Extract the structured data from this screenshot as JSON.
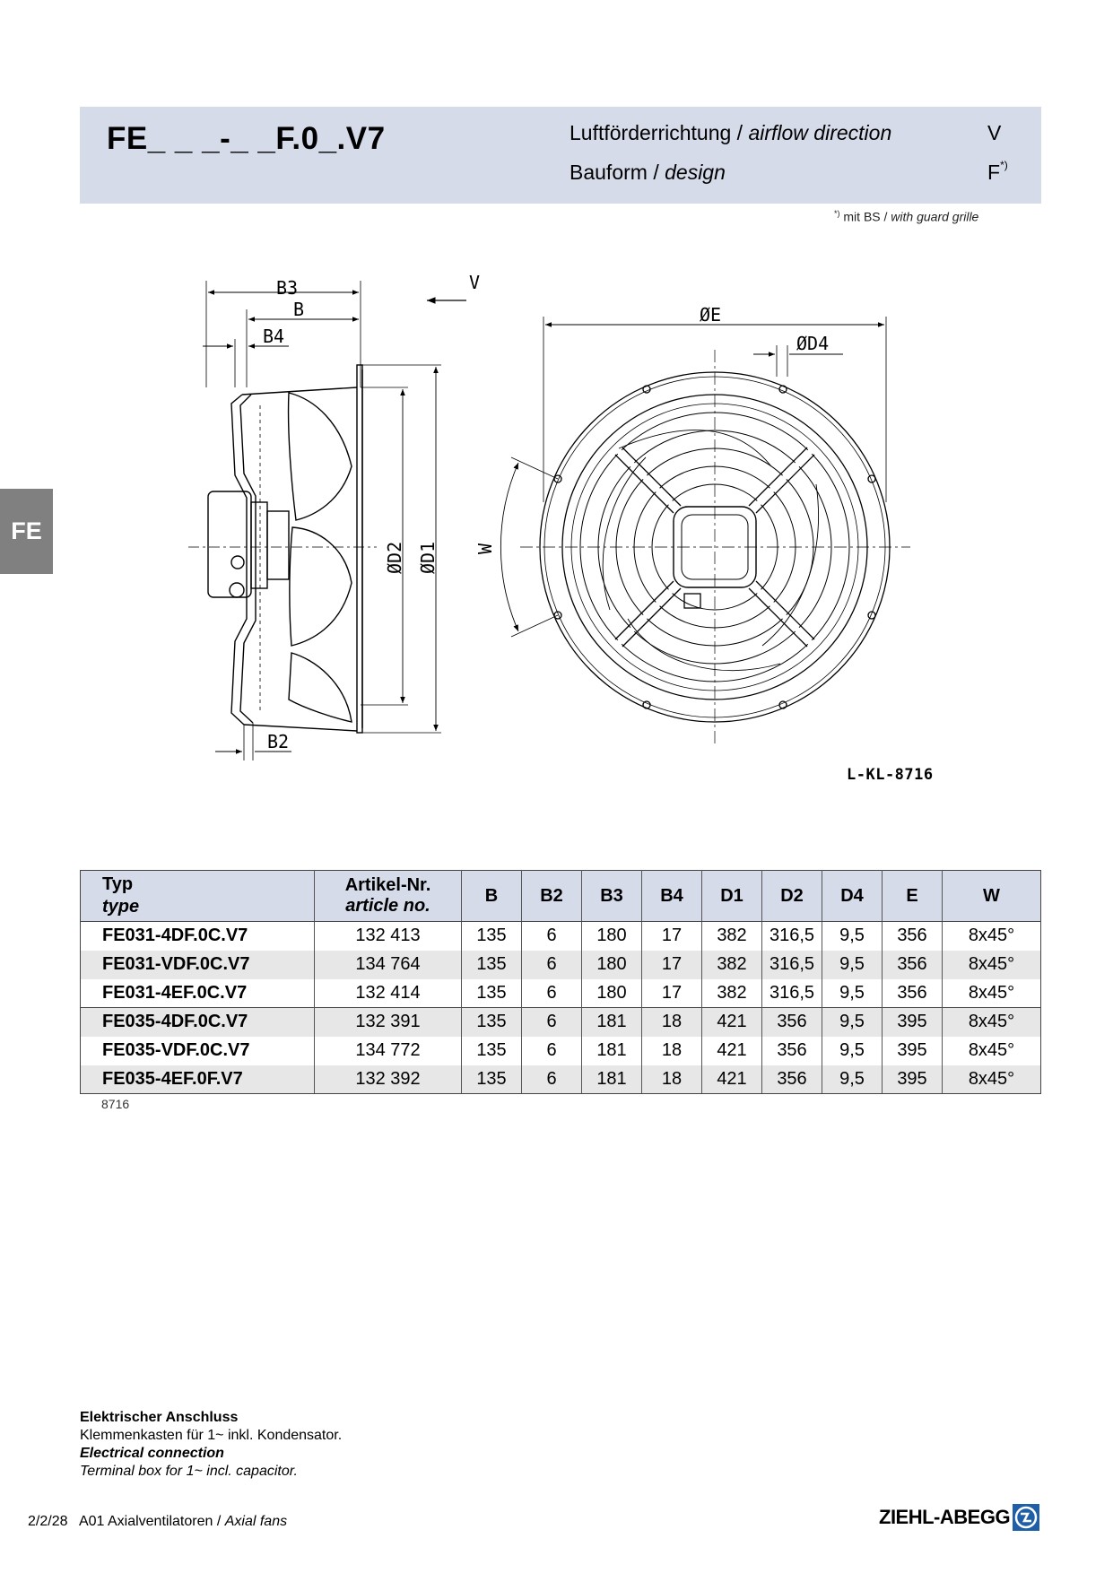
{
  "header": {
    "model_code": "FE_ _ _-_ _F.0_.V7",
    "airflow_label_de": "Luftförderrichtung /",
    "airflow_label_en": "airflow direction",
    "airflow_value": "V",
    "design_label_de": "Bauform  /",
    "design_label_en": "design",
    "design_value": "F",
    "design_value_mark": "*)"
  },
  "footnote": {
    "mark": "*)",
    "text_de": "mit BS /",
    "text_en": "with guard grille"
  },
  "side_tab": "FE",
  "drawing": {
    "labels": {
      "b3": "B3",
      "b": "B",
      "b4": "B4",
      "b2": "B2",
      "v": "V",
      "d2": "ØD2",
      "d1": "ØD1",
      "e": "ØE",
      "d4": "ØD4",
      "w": "W"
    },
    "drawing_number": "L-KL-8716"
  },
  "table": {
    "headers": {
      "typ_de": "Typ",
      "typ_en": "type",
      "article_de": "Artikel-Nr.",
      "article_en": "article no.",
      "cols": [
        "B",
        "B2",
        "B3",
        "B4",
        "D1",
        "D2",
        "D4",
        "E",
        "W"
      ]
    },
    "rows": [
      {
        "type": "FE031-4DF.0C.V7",
        "article": "132 413",
        "B": "135",
        "B2": "6",
        "B3": "180",
        "B4": "17",
        "D1": "382",
        "D2": "316,5",
        "D4": "9,5",
        "E": "356",
        "W": "8x45°"
      },
      {
        "type": "FE031-VDF.0C.V7",
        "article": "134 764",
        "B": "135",
        "B2": "6",
        "B3": "180",
        "B4": "17",
        "D1": "382",
        "D2": "316,5",
        "D4": "9,5",
        "E": "356",
        "W": "8x45°"
      },
      {
        "type": "FE031-4EF.0C.V7",
        "article": "132 414",
        "B": "135",
        "B2": "6",
        "B3": "180",
        "B4": "17",
        "D1": "382",
        "D2": "316,5",
        "D4": "9,5",
        "E": "356",
        "W": "8x45°"
      },
      {
        "type": "FE035-4DF.0C.V7",
        "article": "132 391",
        "B": "135",
        "B2": "6",
        "B3": "181",
        "B4": "18",
        "D1": "421",
        "D2": "356",
        "D4": "9,5",
        "E": "395",
        "W": "8x45°"
      },
      {
        "type": "FE035-VDF.0C.V7",
        "article": "134 772",
        "B": "135",
        "B2": "6",
        "B3": "181",
        "B4": "18",
        "D1": "421",
        "D2": "356",
        "D4": "9,5",
        "E": "395",
        "W": "8x45°"
      },
      {
        "type": "FE035-4EF.0F.V7",
        "article": "132 392",
        "B": "135",
        "B2": "6",
        "B3": "181",
        "B4": "18",
        "D1": "421",
        "D2": "356",
        "D4": "9,5",
        "E": "395",
        "W": "8x45°"
      }
    ],
    "reference": "8716"
  },
  "electrical": {
    "title_de": "Elektrischer Anschluss",
    "text_de": "Klemmenkasten für 1~ inkl. Kondensator.",
    "title_en": "Electrical connection",
    "text_en": "Terminal box for 1~ incl. capacitor."
  },
  "footer": {
    "page": "2/2/28",
    "section_de": "A01 Axialventilatoren /",
    "section_en": "Axial fans",
    "brand": "ZIEHL-ABEGG"
  },
  "colors": {
    "header_band": "#d6dbea",
    "side_tab": "#808080",
    "row_gray": "#e7e7e7",
    "logo_blue": "#1f5fa8"
  }
}
